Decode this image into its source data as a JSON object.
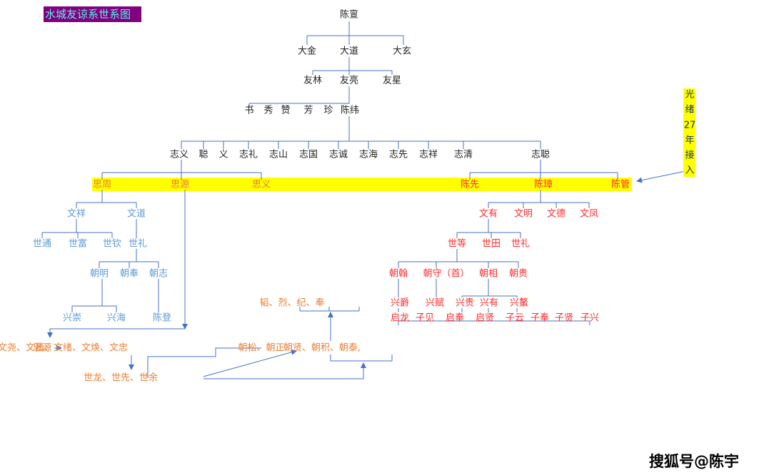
{
  "title": "水城友谅系世系图",
  "watermark": "搜狐号@陈宇",
  "colors": {
    "title_bg": "#800080",
    "title_fg": "#5bf0e6",
    "highlight": "#ffff00",
    "line": "#4472c4",
    "gen_black": "#222222",
    "gen_blue": "#5b9bd5",
    "gen_red": "#ff2b2b",
    "gen_orange": "#ed7d31"
  },
  "note": [
    "光",
    "绪",
    "27",
    "年",
    "接",
    "入"
  ],
  "gen1": [
    "陈亶"
  ],
  "gen2": [
    "大金",
    "大道",
    "大玄"
  ],
  "gen3": [
    "友林",
    "友亮",
    "友星"
  ],
  "gen4": [
    "书",
    "秀",
    "赞",
    "芳",
    "珍",
    "陈纬"
  ],
  "gen5": [
    "志义",
    "聪",
    "义",
    "志礼",
    "志山",
    "志国",
    "志诚",
    "志海",
    "志先",
    "志祥",
    "志清",
    "志聪"
  ],
  "gen6_left": [
    "思周",
    "思源",
    "思义"
  ],
  "gen6_right": [
    "陈先",
    "陈璋",
    "陈管"
  ],
  "left_branch": {
    "gen7": [
      "文祥",
      "文道"
    ],
    "gen8": [
      "世通",
      "世富",
      "世钦",
      "世礼"
    ],
    "gen9": [
      "朝明",
      "朝奉",
      "朝志"
    ],
    "gen10": [
      "兴崇",
      "兴海",
      "陈登"
    ]
  },
  "right_branch": {
    "gen7": [
      "文有",
      "文明",
      "文德",
      "文凤"
    ],
    "gen8": [
      "世等",
      "世田",
      "世礼"
    ],
    "gen9": [
      "朝翰",
      "朝守（首）",
      "朝相",
      "朝贵"
    ],
    "gen10": [
      "兴爵",
      "兴赋",
      "兴贵",
      "兴有",
      "兴鳌"
    ],
    "gen11": [
      "启龙",
      "子见",
      "启奉",
      "启贤",
      "子云",
      "子奉",
      "子贤",
      "子兴"
    ]
  },
  "siyuan_branch": {
    "root": "思源",
    "sons": "文尧、文昌、文绪、文焕、文忠",
    "grandsons": "世龙、世先、世余",
    "chao_a": "朝松、朝正",
    "chao_b": "朝贤、朝积、朝泰,",
    "xing": "韬、烈、纪、奉"
  }
}
